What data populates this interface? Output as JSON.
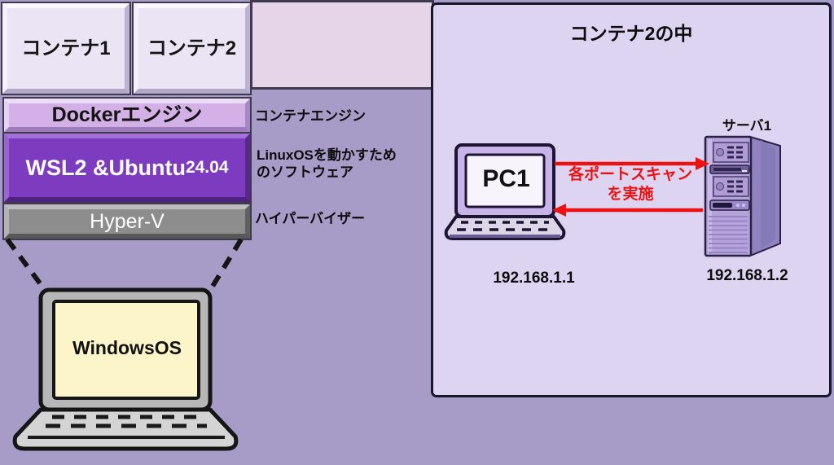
{
  "stack": {
    "container1_label": "コンテナ1",
    "container2_label": "コンテナ2",
    "docker_label": "Dockerエンジン",
    "wsl_label": "WSL2 &Ubuntu",
    "wsl_version": "24.04",
    "hyperv_label": "Hyper-V",
    "annotations": {
      "container_engine": "コンテナエンジン",
      "linux_software_line1": "LinuxOSを動かすため",
      "linux_software_line2": "のソフトウェア",
      "hypervisor": "ハイパーバイザー"
    },
    "host_os_label": "WindowsOS"
  },
  "right_panel": {
    "title": "コンテナ2の中",
    "pc": {
      "label": "PC1",
      "ip": "192.168.1.1"
    },
    "server": {
      "label": "サーバ1",
      "ip": "192.168.1.2"
    },
    "arrow_caption_line1": "各ポートスキャン",
    "arrow_caption_line2": "を実施"
  },
  "icons": {
    "pc1": "laptop-icon",
    "windows_host": "laptop-icon",
    "server1": "tower-server-icon",
    "scan_arrows": "bidirectional-red-arrows"
  },
  "colors": {
    "background": "#a79bc8",
    "container_box": "#eae4f5",
    "docker_box": "#d3b0e6",
    "wsl_box": "#7d3cc0",
    "hyperv_box": "#8d8d8d",
    "panel_fill": "#dcd4f0",
    "connector_fill": "#e6d5e9",
    "arrow_red": "#ed1111",
    "host_screen_yellow": "#fbf5c9",
    "pc_purple": "#c8b4e8",
    "server_purple": "#b5a3d9"
  }
}
